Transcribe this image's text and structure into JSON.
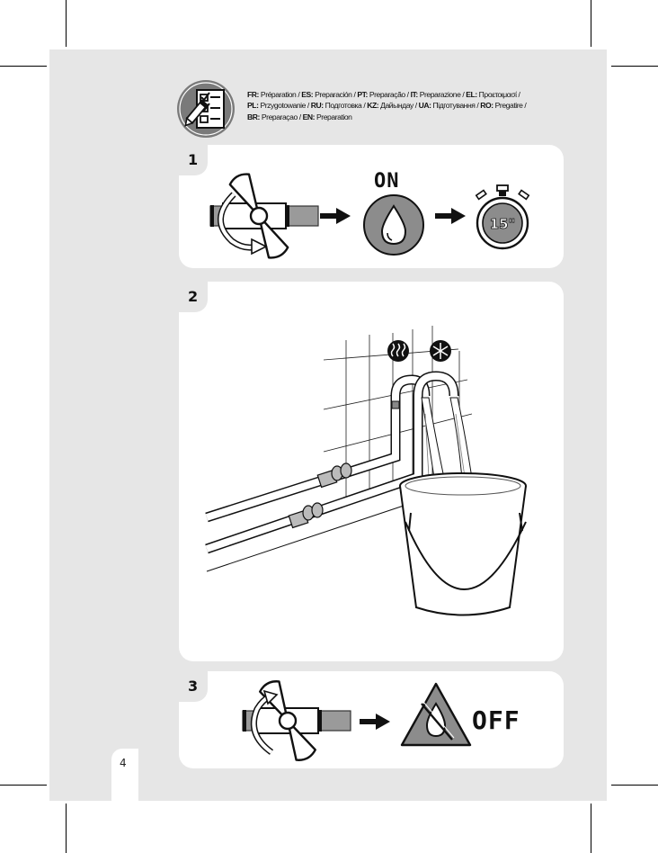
{
  "header": {
    "lines": [
      [
        {
          "code": "FR:",
          "text": " Préparation / "
        },
        {
          "code": "ES:",
          "text": " Preparación / "
        },
        {
          "code": "PT:",
          "text": " Preparação / "
        },
        {
          "code": "IT:",
          "text": " Preparazione / "
        },
        {
          "code": "EL:",
          "text": " Προετοιμασί /"
        }
      ],
      [
        {
          "code": "PL:",
          "text": " Przygotowanie / "
        },
        {
          "code": "RU:",
          "text": " Подготовка / "
        },
        {
          "code": "KZ:",
          "text": " Дайындау / "
        },
        {
          "code": "UA:",
          "text": " Підготування / "
        },
        {
          "code": "RO:",
          "text": " Pregatire /"
        }
      ],
      [
        {
          "code": "BR:",
          "text": " Preparaçao / "
        },
        {
          "code": "EN:",
          "text": " Preparation"
        }
      ]
    ]
  },
  "steps": {
    "s1": {
      "number": "1",
      "on_label": "ON",
      "timer_label": "15\""
    },
    "s2": {
      "number": "2"
    },
    "s3": {
      "number": "3",
      "off_label": "OFF"
    }
  },
  "page_number": "4",
  "icons": [
    "checklist-pencil-icon",
    "valve-open-icon",
    "arrow-right-icon",
    "water-drop-on-icon",
    "stopwatch-icon",
    "hot-water-icon",
    "cold-water-icon",
    "bucket-icon",
    "valve-close-icon",
    "water-off-icon"
  ]
}
